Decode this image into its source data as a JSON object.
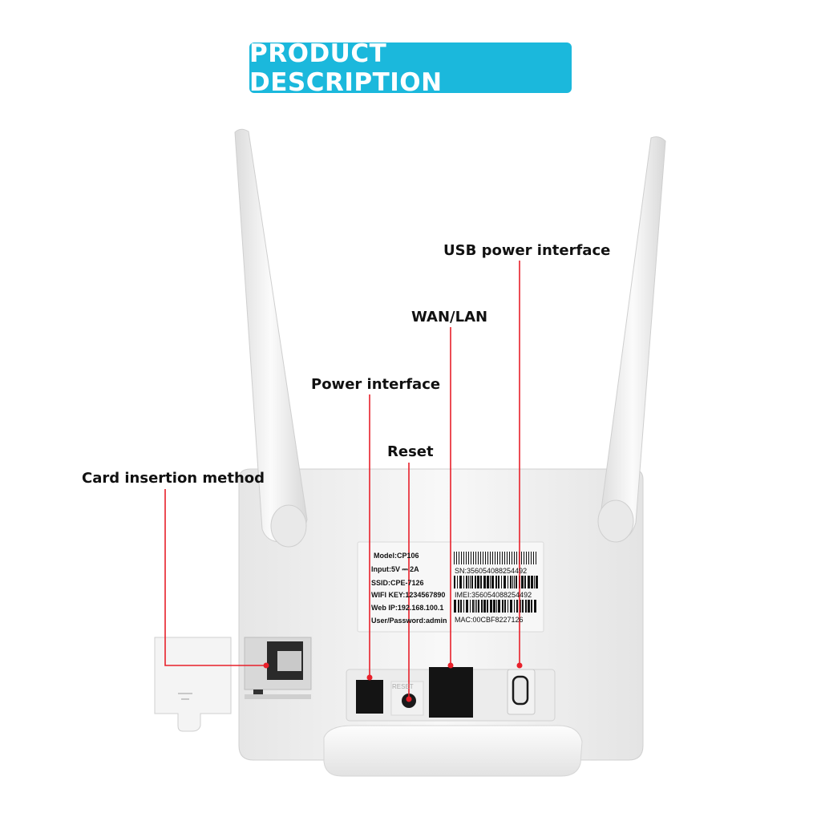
{
  "banner": {
    "title": "PRODUCT DESCRIPTION"
  },
  "callouts": {
    "usb_power": "USB power interface",
    "wan_lan": "WAN/LAN",
    "power": "Power interface",
    "reset": "Reset",
    "card": "Card insertion method"
  },
  "label": {
    "model": "Model:CP106",
    "input": "Input:5V ⎓ 2A",
    "ssid": "SSID:CPE-7126",
    "wifi_key": "WIFI KEY:1234567890",
    "web_ip": "Web IP:192.168.100.1",
    "user_password": "User/Password:admin",
    "sn": "SN:356054088254492",
    "imei": "IMEI:356054088254492",
    "mac": "MAC:00CBF8227126"
  },
  "port_labels": {
    "reset": "RESET"
  },
  "colors": {
    "banner": "#1bb8dc",
    "callout_line": "#e8202a",
    "device": "#f2f2f2"
  }
}
